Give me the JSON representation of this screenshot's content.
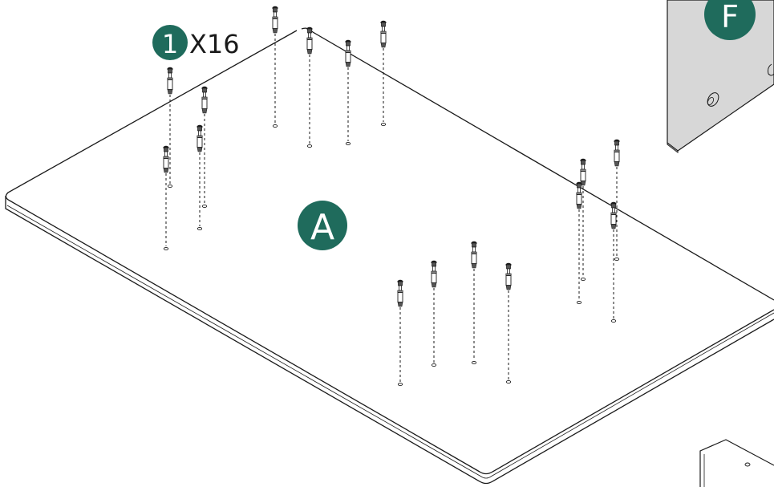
{
  "colors": {
    "badge": "#1f6b5c",
    "line": "#1a1a1a",
    "panel": "#d7d7d7",
    "panel_dark": "#c4c4c4",
    "background": "#ffffff"
  },
  "step": {
    "number": "1",
    "quantity": "X16"
  },
  "parts": {
    "tabletop_label": "A",
    "side_panel_label": "F"
  },
  "icons": {
    "fastener": "cam-dowel-screw-icon",
    "hole": "pilot-hole-icon"
  }
}
